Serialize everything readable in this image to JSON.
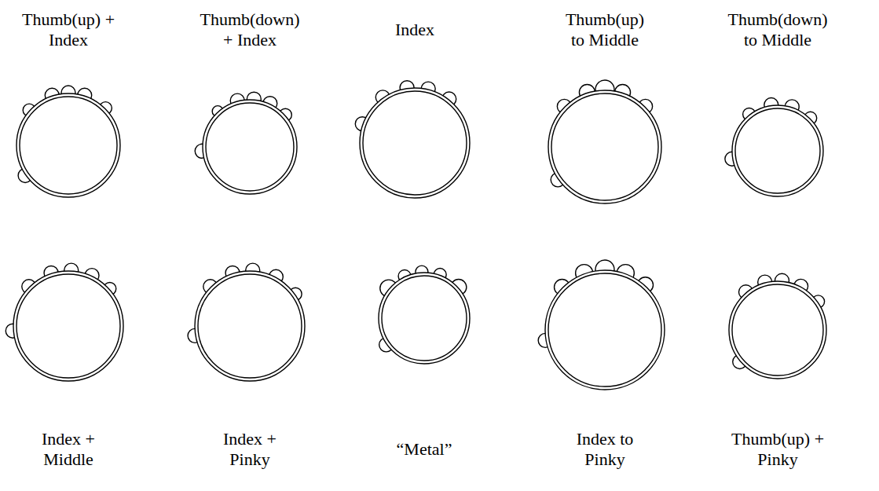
{
  "diagram": {
    "nodes": [
      {
        "text": [
          "Thumb(up) + Index"
        ]
      },
      {
        "text": [
          "Thumb(down) + Index"
        ]
      },
      {
        "text": [
          "Index"
        ]
      },
      {
        "text": [
          "Thumb(up) to Middle"
        ]
      },
      {
        "text": [
          "Thumb(down) to Middle"
        ]
      },
      {
        "text": [
          "Index + Middle"
        ]
      },
      {
        "text": [
          "Index + Pinky"
        ]
      },
      {
        "text": [
          "“Metal”"
        ]
      },
      {
        "text": [
          "Index to Pinky"
        ]
      },
      {
        "text": [
          "Thumb(up) + Pinky"
        ]
      }
    ]
  }
}
